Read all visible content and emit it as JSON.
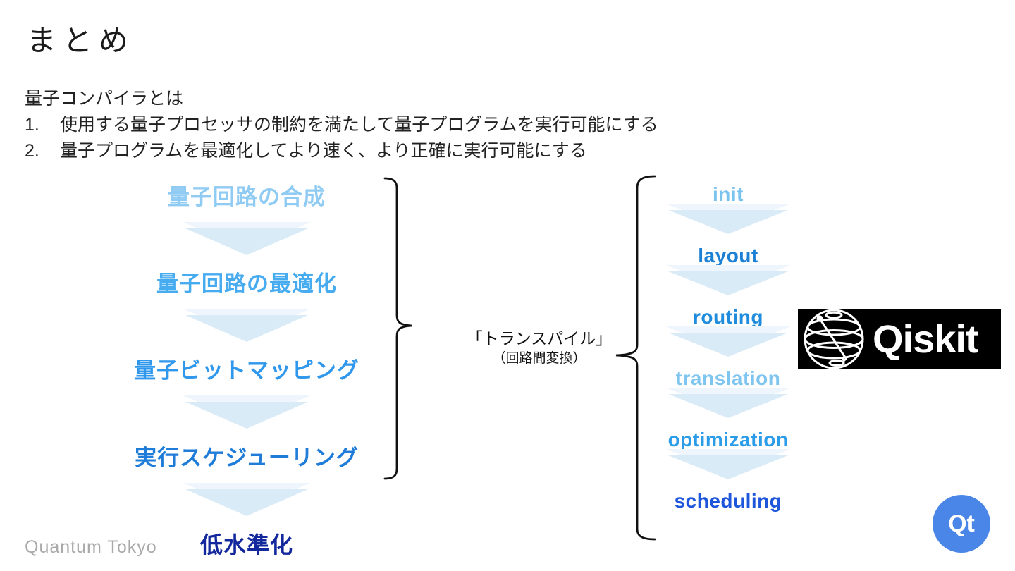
{
  "slide": {
    "title": "まとめ",
    "intro": "量子コンパイラとは",
    "points": [
      {
        "num": "1.",
        "text": "使用する量子プロセッサの制約を満たして量子プログラムを実行可能にする"
      },
      {
        "num": "2.",
        "text": "量子プログラムを最適化してより速く、より正確に実行可能にする"
      }
    ]
  },
  "left_flow": {
    "steps": [
      {
        "label": "量子回路の合成",
        "color": "#8fcbf3"
      },
      {
        "label": "量子回路の最適化",
        "color": "#47abf0"
      },
      {
        "label": "量子ビットマッピング",
        "color": "#2f97ec"
      },
      {
        "label": "実行スケジューリング",
        "color": "#1f7cd9"
      },
      {
        "label": "低水準化",
        "color": "#12289c"
      }
    ]
  },
  "center": {
    "label_line1": "「トランスパイル」",
    "label_line2": "（回路間変換）"
  },
  "right_flow": {
    "steps": [
      {
        "label": "init",
        "color": "#7ac3ef"
      },
      {
        "label": "layout",
        "color": "#1c80d4"
      },
      {
        "label": "routing",
        "color": "#1f8cdd"
      },
      {
        "label": "translation",
        "color": "#7ec5f0"
      },
      {
        "label": "optimization",
        "color": "#2b9ce8"
      },
      {
        "label": "scheduling",
        "color": "#1e56db"
      }
    ]
  },
  "logos": {
    "qiskit_label": "Qiskit",
    "qiskit_icon": "globe-wireframe-icon",
    "qt_label": "Qt",
    "qt_color": "#4a86e8"
  },
  "footer": {
    "credit": "Quantum Tokyo"
  },
  "colors": {
    "chevron": "#daebf8",
    "chevron_light": "#eef5fc",
    "brace": "#111111"
  }
}
